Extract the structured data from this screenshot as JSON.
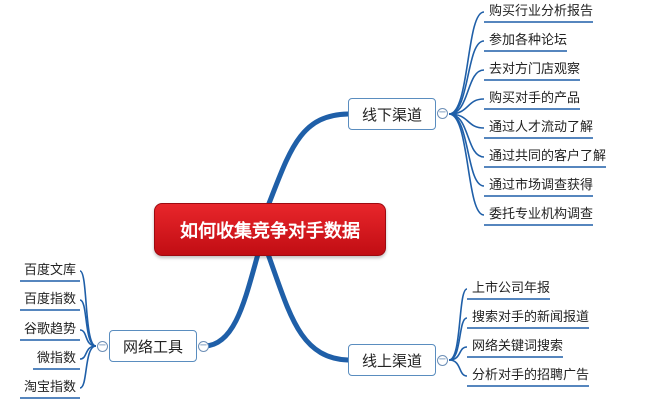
{
  "central_topic": "如何收集竞争对手数据",
  "branches": {
    "offline": {
      "label": "线下渠道",
      "collapse_glyph": "−",
      "items": [
        "购买行业分析报告",
        "参加各种论坛",
        "去对方门店观察",
        "购买对手的产品",
        "通过人才流动了解",
        "通过共同的客户了解",
        "通过市场调查获得",
        "委托专业机构调查"
      ]
    },
    "online": {
      "label": "线上渠道",
      "collapse_glyph": "−",
      "items": [
        "上市公司年报",
        "搜索对手的新闻报道",
        "网络关键词搜索",
        "分析对手的招聘广告"
      ]
    },
    "tools": {
      "label": "网络工具",
      "collapse_glyph": "−",
      "items": [
        "百度文库",
        "百度指数",
        "谷歌趋势",
        "微指数",
        "淘宝指数"
      ]
    }
  },
  "colors": {
    "central_fill": "#d81a20",
    "line": "#1f5fa8",
    "topic_border": "#5a8dbf"
  }
}
